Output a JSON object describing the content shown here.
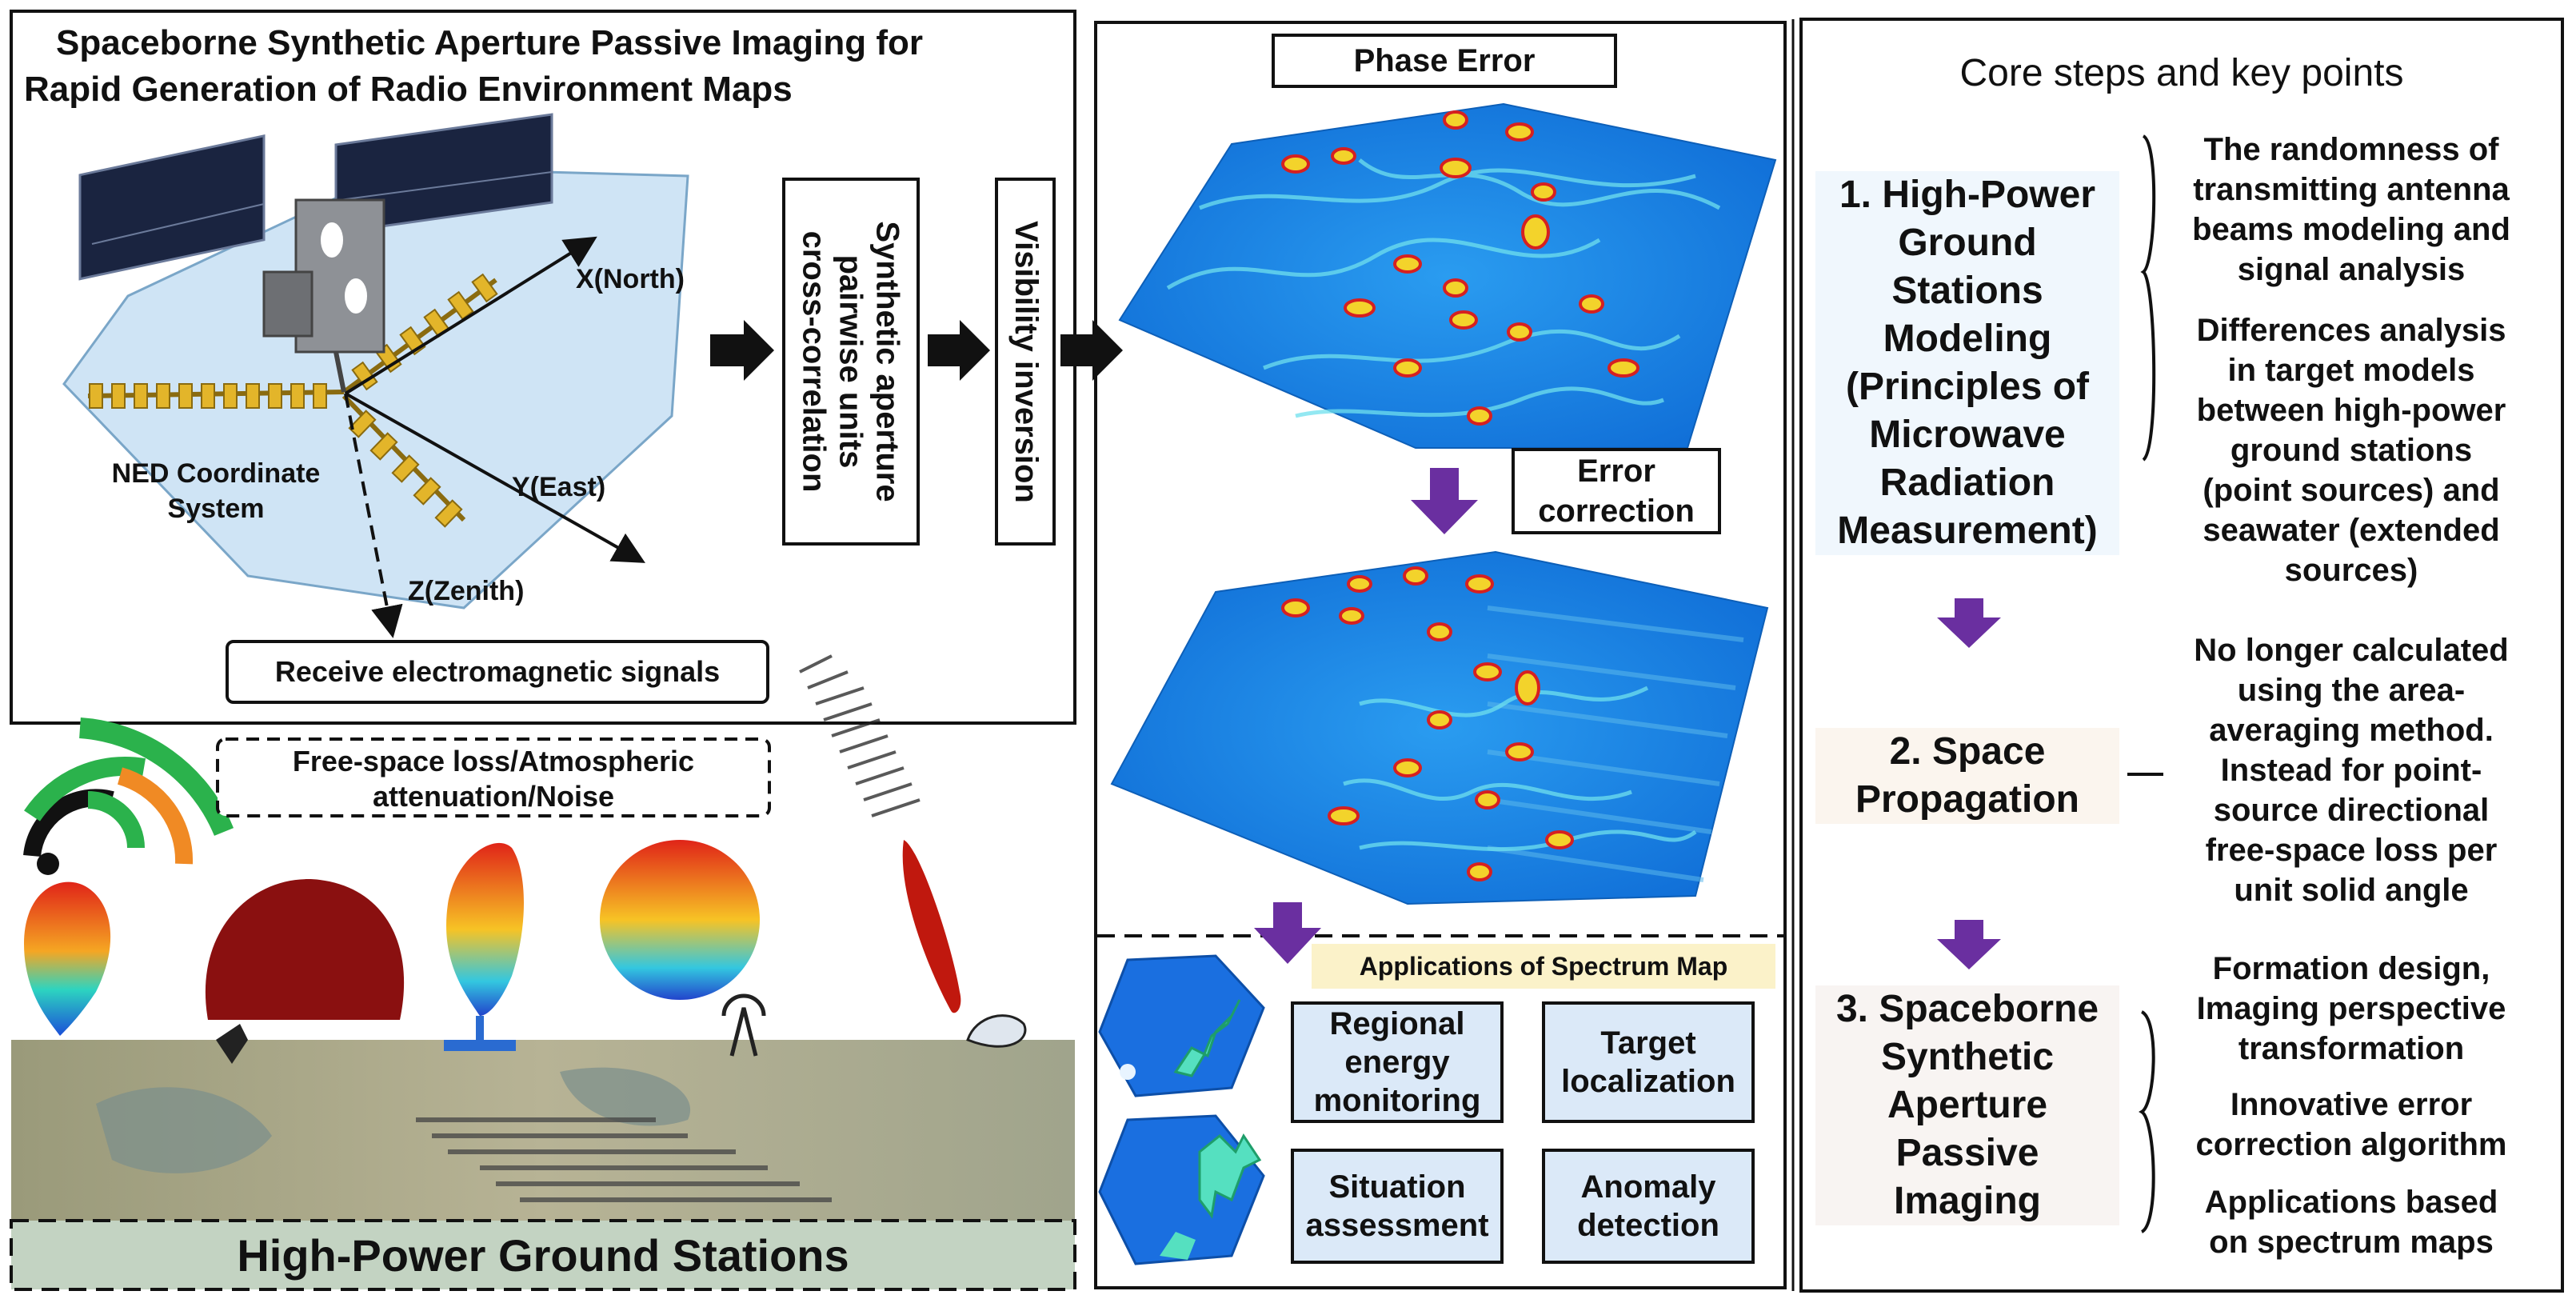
{
  "left_panel": {
    "title_line1": "Spaceborne Synthetic Aperture Passive Imaging for",
    "title_line2": "Rapid Generation of  Radio Environment Maps",
    "axis_x": "X(North)",
    "axis_y": "Y(East)",
    "axis_z": "Z(Zenith)",
    "ned_line1": "NED Coordinate",
    "ned_line2": "System",
    "receive": "Receive electromagnetic signals",
    "cross_corr_line1": "Synthetic aperture",
    "cross_corr_line2": "pairwise units",
    "cross_corr_line3": "cross-correlation",
    "visibility": "Visibility inversion",
    "loss_line1": "Free-space loss/Atmospheric",
    "loss_line2": "attenuation/Noise",
    "ground_title": "High-Power Ground Stations"
  },
  "middle_panel": {
    "phase_error": "Phase Error",
    "error_corr_line1": "Error",
    "error_corr_line2": "correction",
    "apps_title": "Applications of Spectrum Map",
    "apps": [
      {
        "line1": "Regional",
        "line2": "energy",
        "line3": "monitoring"
      },
      {
        "line1": "Target",
        "line2": "localization"
      },
      {
        "line1": "Situation",
        "line2": "assessment"
      },
      {
        "line1": "Anomaly",
        "line2": "detection"
      }
    ]
  },
  "right_panel": {
    "title": "Core steps and key points",
    "step1": [
      "1. High-Power",
      "Ground",
      "Stations",
      "Modeling",
      "(Principles of",
      "Microwave",
      "Radiation",
      "Measurement)"
    ],
    "step1_points": [
      [
        "The randomness of",
        "transmitting antenna",
        "beams modeling and",
        "signal analysis"
      ],
      [
        "Differences analysis",
        "in target models",
        "between high-power",
        "ground stations",
        "(point sources) and",
        "seawater (extended",
        "sources)"
      ]
    ],
    "step2": [
      "2. Space",
      "Propagation"
    ],
    "step2_points": [
      "No longer calculated",
      "using the area-",
      "averaging method.",
      "Instead for  point-",
      "source directional",
      "free-space loss per",
      "unit solid angle"
    ],
    "step3": [
      "3. Spaceborne",
      "Synthetic",
      "Aperture",
      "Passive",
      "Imaging"
    ],
    "step3_points": [
      [
        "Formation design,",
        "Imaging perspective",
        "transformation"
      ],
      [
        "Innovative error",
        "correction algorithm"
      ],
      [
        "Applications based",
        "on spectrum maps"
      ]
    ]
  },
  "colors": {
    "heatmap_base": "#1f8fe8",
    "hotspot": "#d62020",
    "arrow_purple": "#6a2fa0",
    "app_box": "#dbe9f8",
    "wave_green": "#2bb24c",
    "wave_orange": "#f08a24"
  }
}
